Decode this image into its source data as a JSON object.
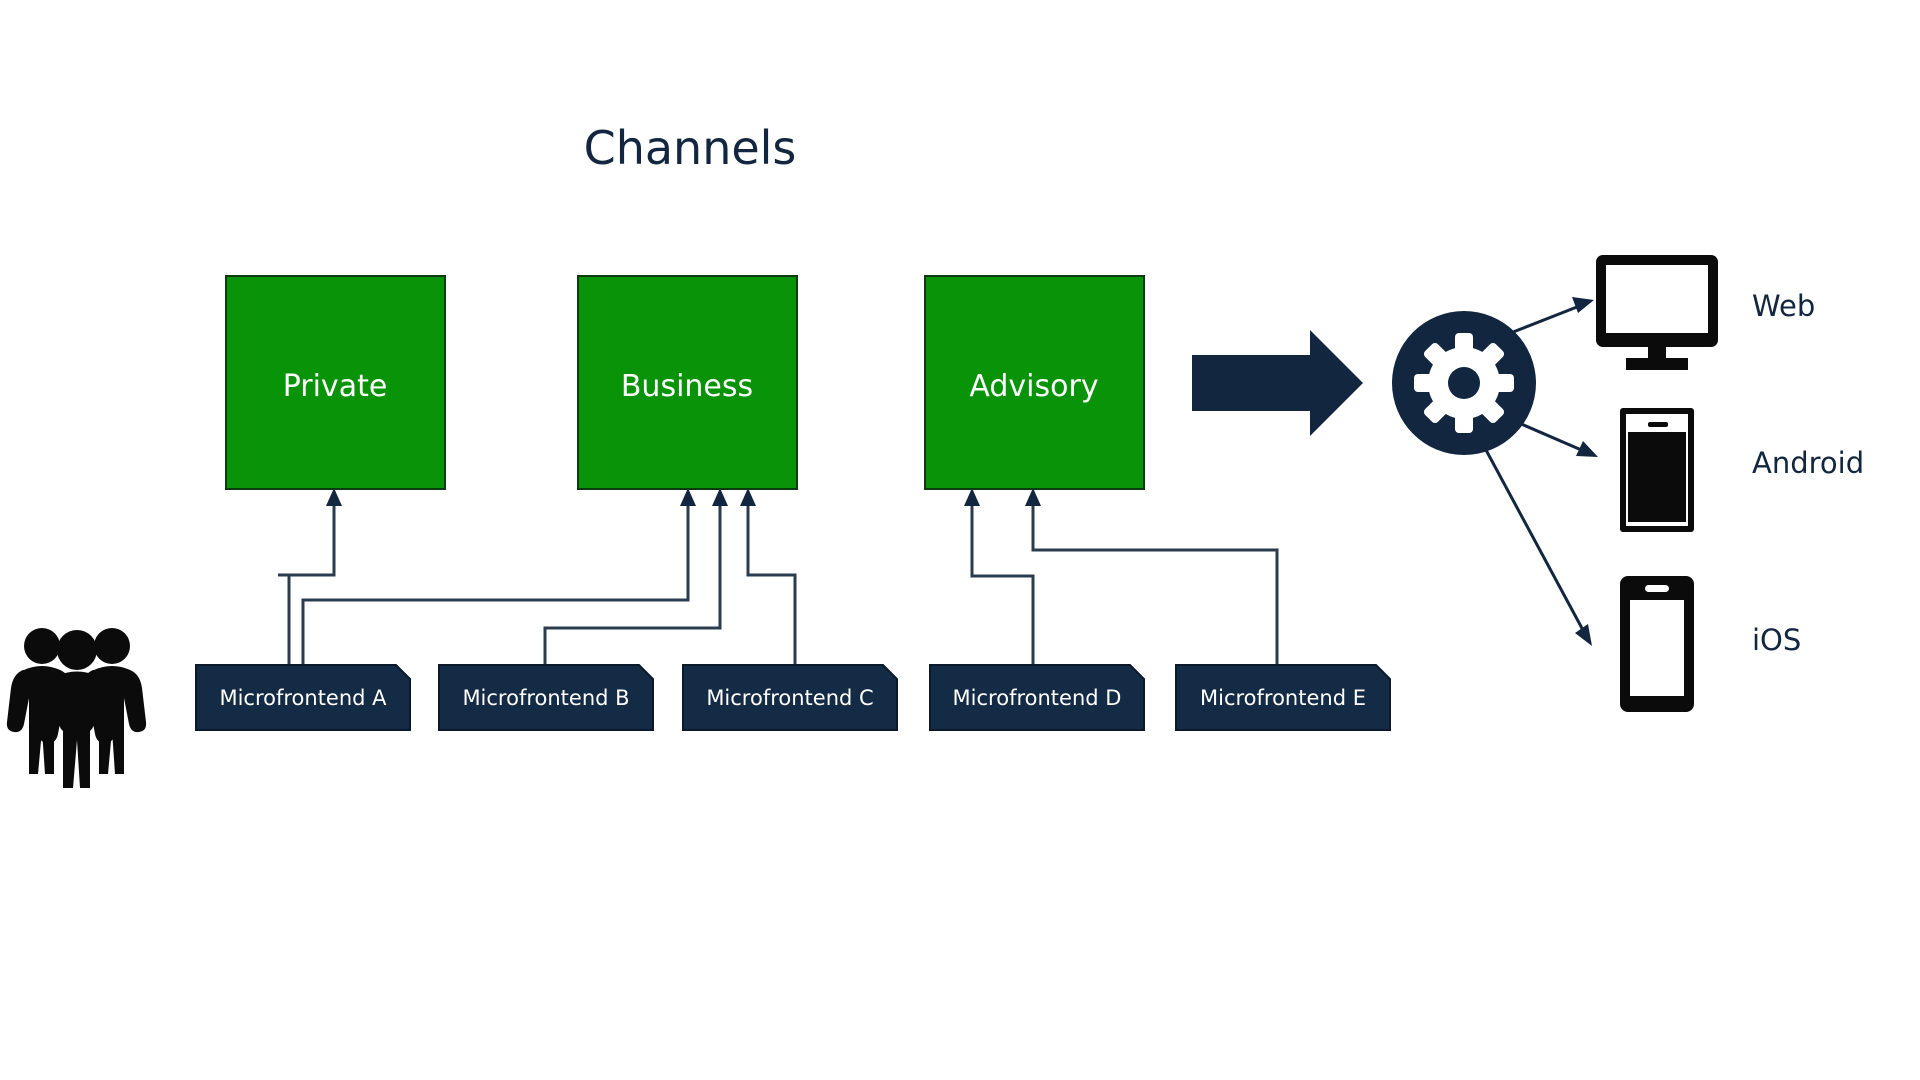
{
  "page": {
    "title": "Channels",
    "background_color": "#ffffff"
  },
  "colors": {
    "channel_green": "#099309",
    "dark_navy": "#12263f",
    "microfrontend_navy": "#132b44",
    "connector_stroke": "#2b3c4f",
    "icon_black": "#0b0b0b",
    "label_text": "#12263f",
    "box_text": "#ffffff"
  },
  "channels": [
    {
      "id": "private",
      "label": "Private"
    },
    {
      "id": "business",
      "label": "Business"
    },
    {
      "id": "advisory",
      "label": "Advisory"
    }
  ],
  "microfrontends": [
    {
      "id": "mf-a",
      "label": "Microfrontend A",
      "feeds": [
        "private",
        "business"
      ]
    },
    {
      "id": "mf-b",
      "label": "Microfrontend B",
      "feeds": [
        "business"
      ]
    },
    {
      "id": "mf-c",
      "label": "Microfrontend C",
      "feeds": [
        "business"
      ]
    },
    {
      "id": "mf-d",
      "label": "Microfrontend D",
      "feeds": [
        "advisory"
      ]
    },
    {
      "id": "mf-e",
      "label": "Microfrontend E",
      "feeds": [
        "advisory"
      ]
    }
  ],
  "actors": {
    "users_icon": "people-group-icon"
  },
  "pipeline": {
    "flow_arrow_icon": "right-arrow-icon",
    "build_icon": "gear-icon"
  },
  "outputs": [
    {
      "id": "web",
      "label": "Web",
      "icon": "desktop-monitor-icon"
    },
    {
      "id": "android",
      "label": "Android",
      "icon": "android-phone-icon"
    },
    {
      "id": "ios",
      "label": "iOS",
      "icon": "ios-phone-icon"
    }
  ],
  "chart_data": {
    "type": "diagram",
    "title": "Channels",
    "nodes": [
      {
        "id": "users",
        "label": "",
        "kind": "actor-icon"
      },
      {
        "id": "private",
        "label": "Private",
        "kind": "channel"
      },
      {
        "id": "business",
        "label": "Business",
        "kind": "channel"
      },
      {
        "id": "advisory",
        "label": "Advisory",
        "kind": "channel"
      },
      {
        "id": "mf-a",
        "label": "Microfrontend A",
        "kind": "microfrontend"
      },
      {
        "id": "mf-b",
        "label": "Microfrontend B",
        "kind": "microfrontend"
      },
      {
        "id": "mf-c",
        "label": "Microfrontend C",
        "kind": "microfrontend"
      },
      {
        "id": "mf-d",
        "label": "Microfrontend D",
        "kind": "microfrontend"
      },
      {
        "id": "mf-e",
        "label": "Microfrontend E",
        "kind": "microfrontend"
      },
      {
        "id": "build",
        "label": "",
        "kind": "gear"
      },
      {
        "id": "web",
        "label": "Web",
        "kind": "output"
      },
      {
        "id": "android",
        "label": "Android",
        "kind": "output"
      },
      {
        "id": "ios",
        "label": "iOS",
        "kind": "output"
      }
    ],
    "edges": [
      {
        "from": "mf-a",
        "to": "private"
      },
      {
        "from": "mf-a",
        "to": "business"
      },
      {
        "from": "mf-b",
        "to": "business"
      },
      {
        "from": "mf-c",
        "to": "business"
      },
      {
        "from": "mf-d",
        "to": "advisory"
      },
      {
        "from": "mf-e",
        "to": "advisory"
      },
      {
        "from": "advisory",
        "to": "build"
      },
      {
        "from": "build",
        "to": "web"
      },
      {
        "from": "build",
        "to": "android"
      },
      {
        "from": "build",
        "to": "ios"
      }
    ]
  }
}
